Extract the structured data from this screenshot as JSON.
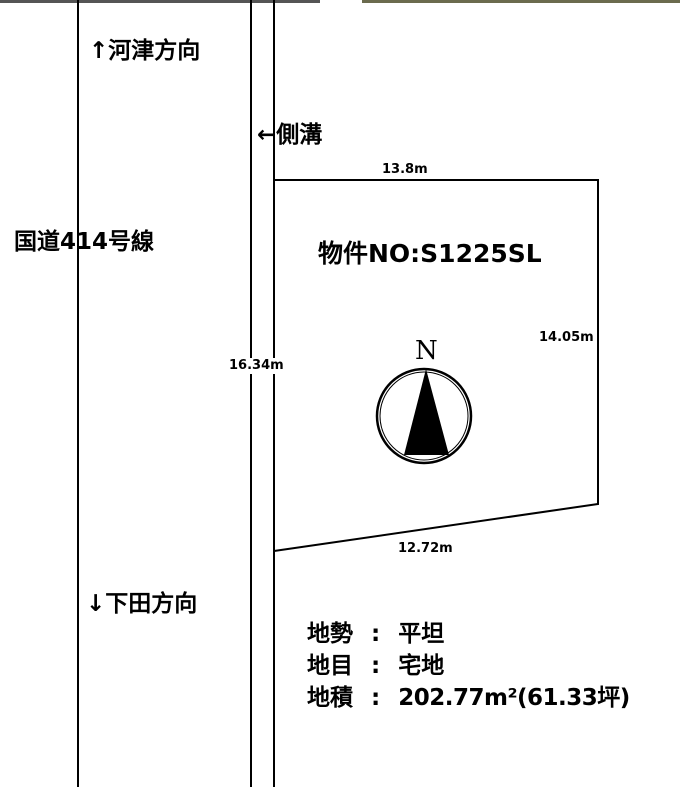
{
  "road": {
    "name": "国道414号線",
    "north_direction": "↑河津方向",
    "south_direction": "↓下田方向"
  },
  "ditch": {
    "label": "←側溝"
  },
  "property": {
    "number_label": "物件NO:S1225SL",
    "dimensions": {
      "top": "13.8m",
      "right": "14.05m",
      "bottom": "12.72m",
      "left": "16.34m"
    }
  },
  "compass": {
    "north_label": "N"
  },
  "details": [
    {
      "label": "地勢",
      "separator": ":",
      "value": "平坦"
    },
    {
      "label": "地目",
      "separator": ":",
      "value": "宅地"
    },
    {
      "label": "地積",
      "separator": ":",
      "value": "202.77m²(61.33坪)"
    }
  ],
  "colors": {
    "ink": "#000000",
    "background": "#ffffff"
  }
}
